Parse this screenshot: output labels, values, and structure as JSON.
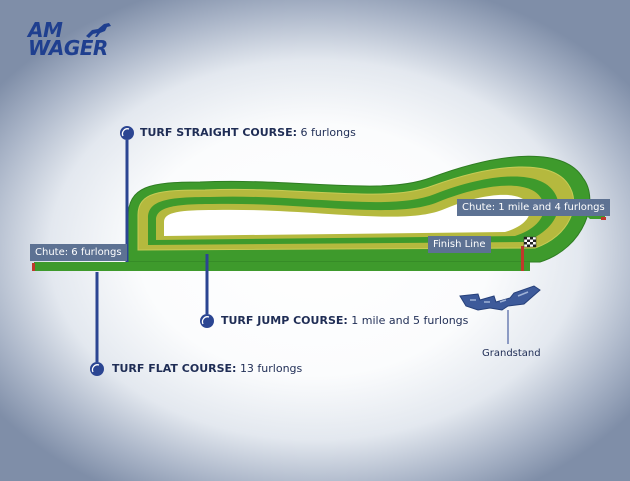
{
  "logo": {
    "line1": "AM",
    "line2": "WAGER"
  },
  "courses": {
    "straight": {
      "name": "TURF STRAIGHT COURSE:",
      "distance": "6 furlongs"
    },
    "jump": {
      "name": "TURF JUMP COURSE:",
      "distance": "1 mile and 5 furlongs"
    },
    "flat": {
      "name": "TURF FLAT COURSE:",
      "distance": "13 furlongs"
    }
  },
  "labels": {
    "chute_left": "Chute: 6 furlongs",
    "chute_right": "Chute: 1 mile and 4 furlongs",
    "finish_line": "Finish Line",
    "grandstand": "Grandstand"
  },
  "colors": {
    "outer_track": "#3e9a2c",
    "inner_track": "#b5b93e",
    "marker": "#2b4592",
    "tag_bg": "#5d7293",
    "logo": "#1f3f8f"
  }
}
